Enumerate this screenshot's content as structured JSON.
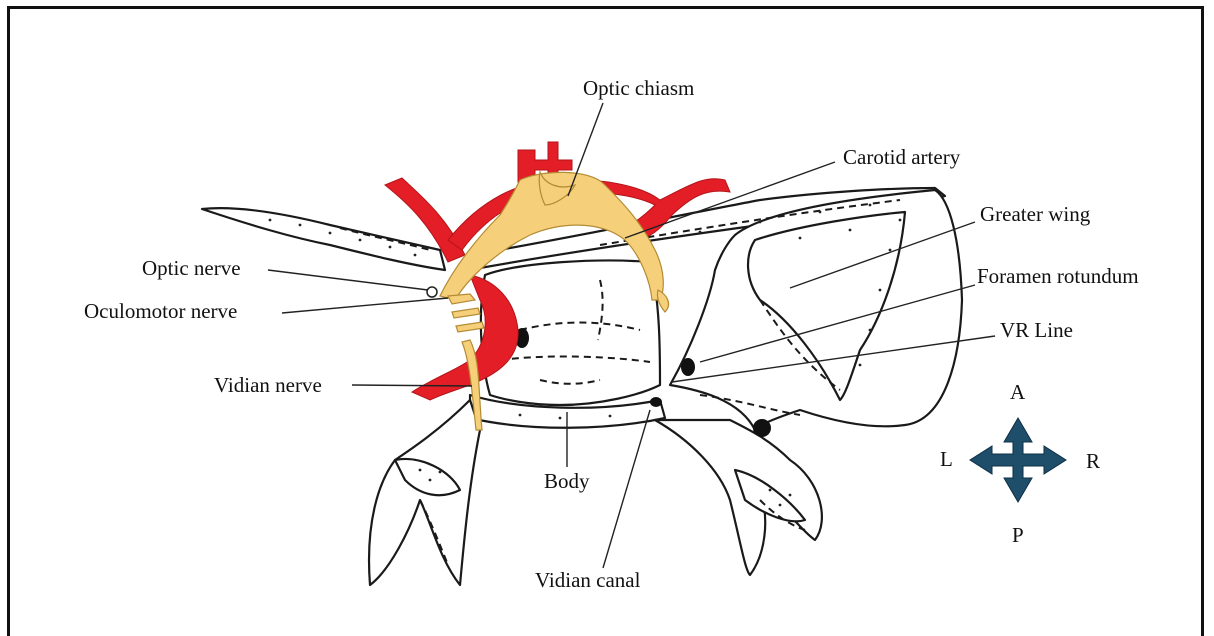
{
  "labels": {
    "optic_chiasm": "Optic chiasm",
    "carotid_artery": "Carotid artery",
    "greater_wing": "Greater wing",
    "foramen_rotundum": "Foramen rotundum",
    "vr_line": "VR Line",
    "optic_nerve": "Optic nerve",
    "oculomotor_nerve": "Oculomotor nerve",
    "vidian_nerve": "Vidian nerve",
    "body": "Body",
    "vidian_canal": "Vidian canal"
  },
  "compass": {
    "anterior": "A",
    "posterior": "P",
    "left": "L",
    "right": "R",
    "arrow_color": "#1f4e6b"
  },
  "colors": {
    "artery": "#e41e26",
    "nerve": "#f6cf7b"
  }
}
